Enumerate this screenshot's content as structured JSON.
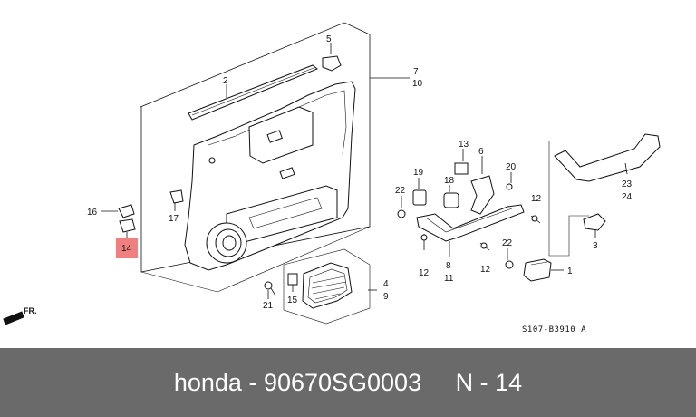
{
  "labels": {
    "l1": "1",
    "l2": "2",
    "l3": "3",
    "l4": "4",
    "l5": "5",
    "l6": "6",
    "l7": "7",
    "l8": "8",
    "l9": "9",
    "l10": "10",
    "l11": "11",
    "l12a": "12",
    "l12b": "12",
    "l12c": "12",
    "l13": "13",
    "l14": "14",
    "l15": "15",
    "l16": "16",
    "l17": "17",
    "l18": "18",
    "l19": "19",
    "l20": "20",
    "l21": "21",
    "l22a": "22",
    "l22b": "22",
    "l23": "23",
    "l24": "24"
  },
  "front_marker": "FR.",
  "drawing_code": "S107-B3910 A",
  "highlight_color": "#f08080",
  "footer": {
    "brand": "honda",
    "sep1": " - ",
    "part_number": "90670SG0003",
    "gap": "     ",
    "ref_letter": "N",
    "sep2": " - ",
    "ref_number": "14",
    "background": "#6a6a6a"
  }
}
